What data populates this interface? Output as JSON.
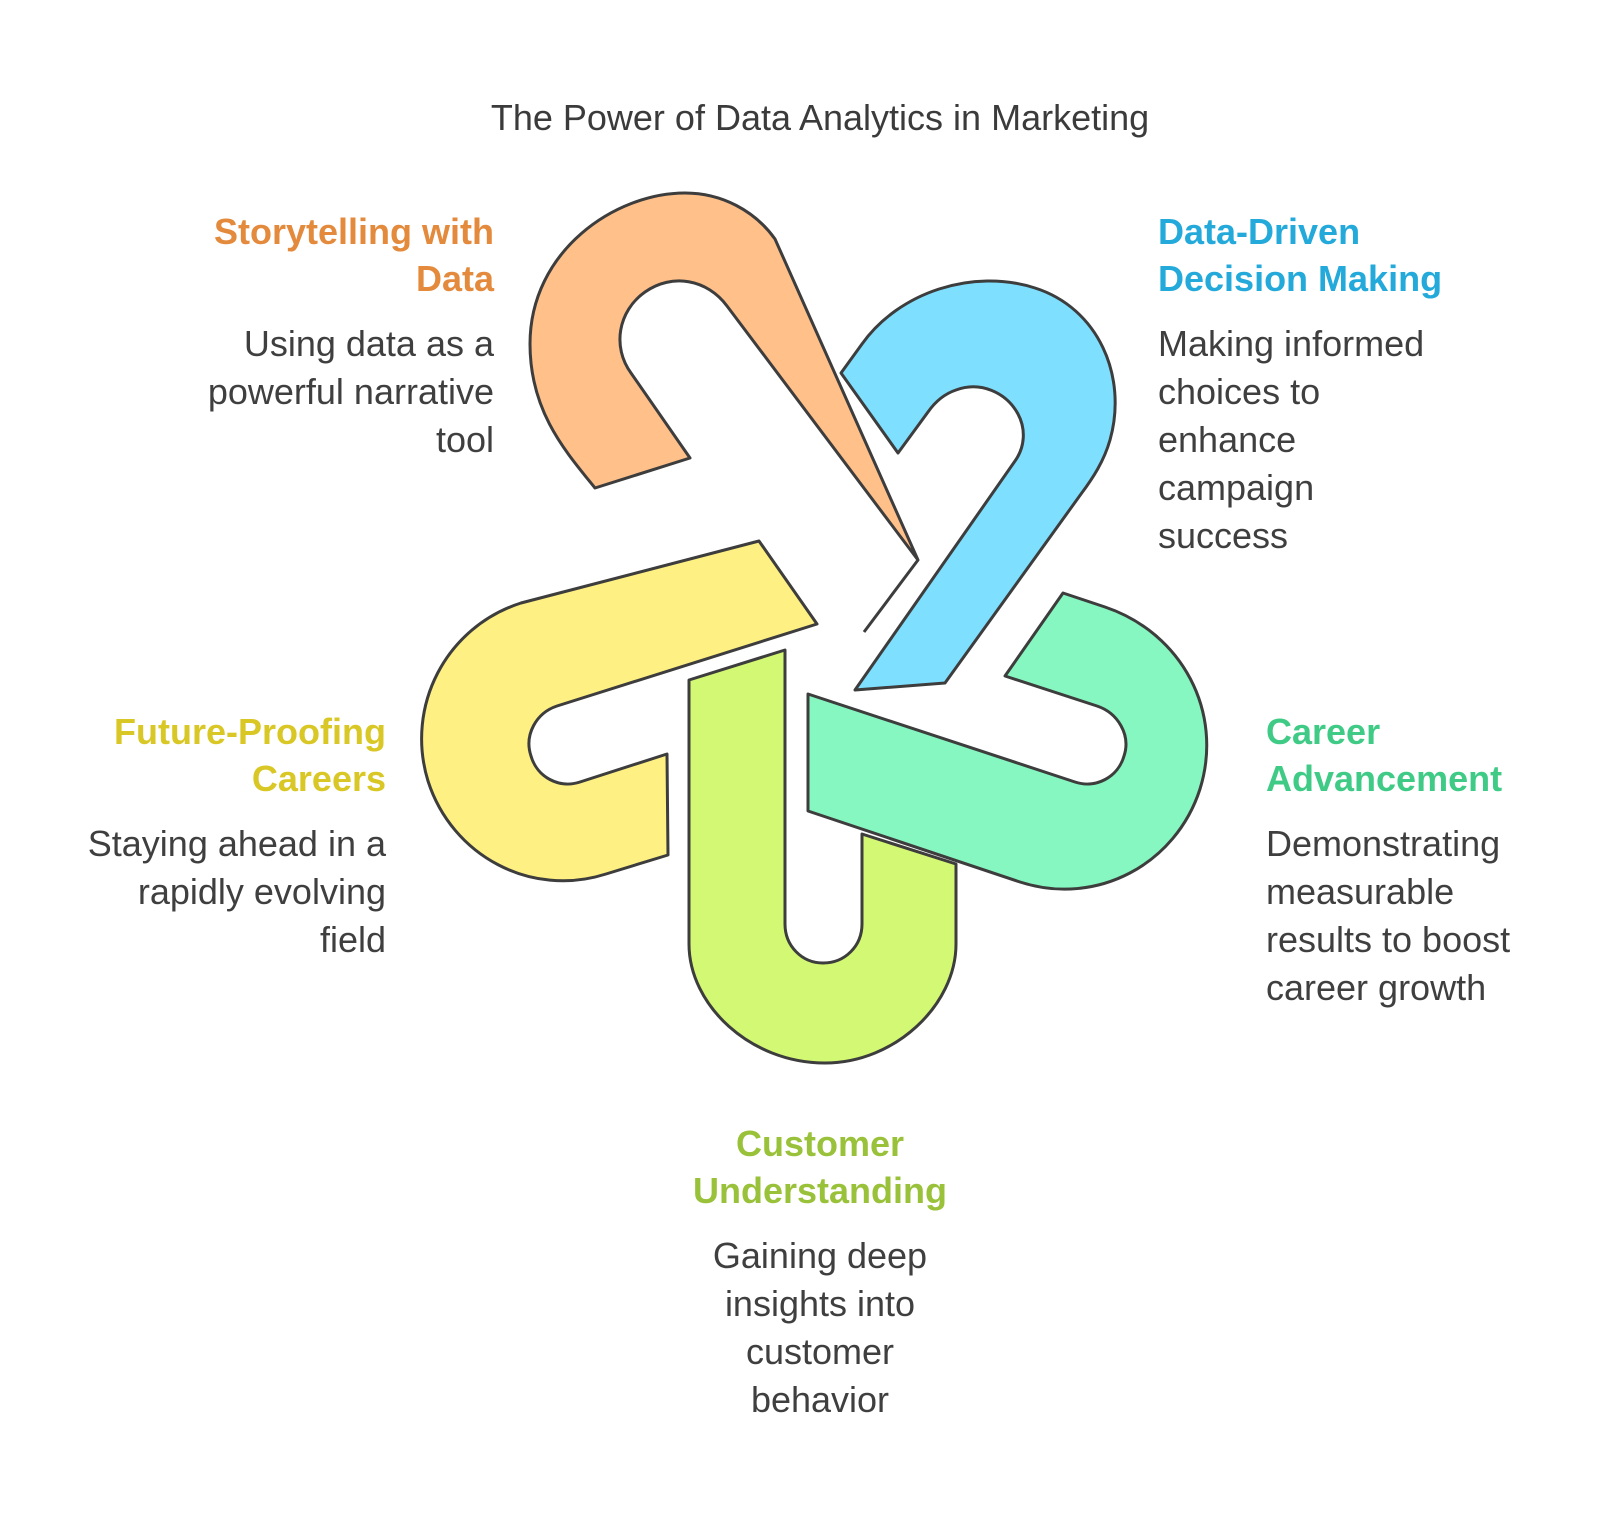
{
  "title": "The Power of Data Analytics in Marketing",
  "colors": {
    "storytelling_fill": "#FFC08A",
    "storytelling_text": "#E38A3C",
    "data_driven_fill": "#7FDFFF",
    "data_driven_text": "#23A9DA",
    "career_fill": "#86F7C0",
    "career_text": "#3FCB86",
    "customer_fill": "#D3F873",
    "customer_text": "#99C23A",
    "future_fill": "#FFF083",
    "future_text": "#D9C726",
    "stroke": "#3d3d3d"
  },
  "items": {
    "storytelling": {
      "heading": "Storytelling with\nData",
      "description": "Using data as a\npowerful narrative\ntool"
    },
    "data_driven": {
      "heading": "Data-Driven\nDecision Making",
      "description": "Making informed\nchoices to\nenhance\ncampaign\nsuccess"
    },
    "career": {
      "heading": "Career\nAdvancement",
      "description": "Demonstrating\nmeasurable\nresults to boost\ncareer growth"
    },
    "customer": {
      "heading": "Customer\nUnderstanding",
      "description": "Gaining deep\ninsights into\ncustomer\nbehavior"
    },
    "future": {
      "heading": "Future-Proofing\nCareers",
      "description": "Staying ahead in a\nrapidly evolving\nfield"
    }
  }
}
